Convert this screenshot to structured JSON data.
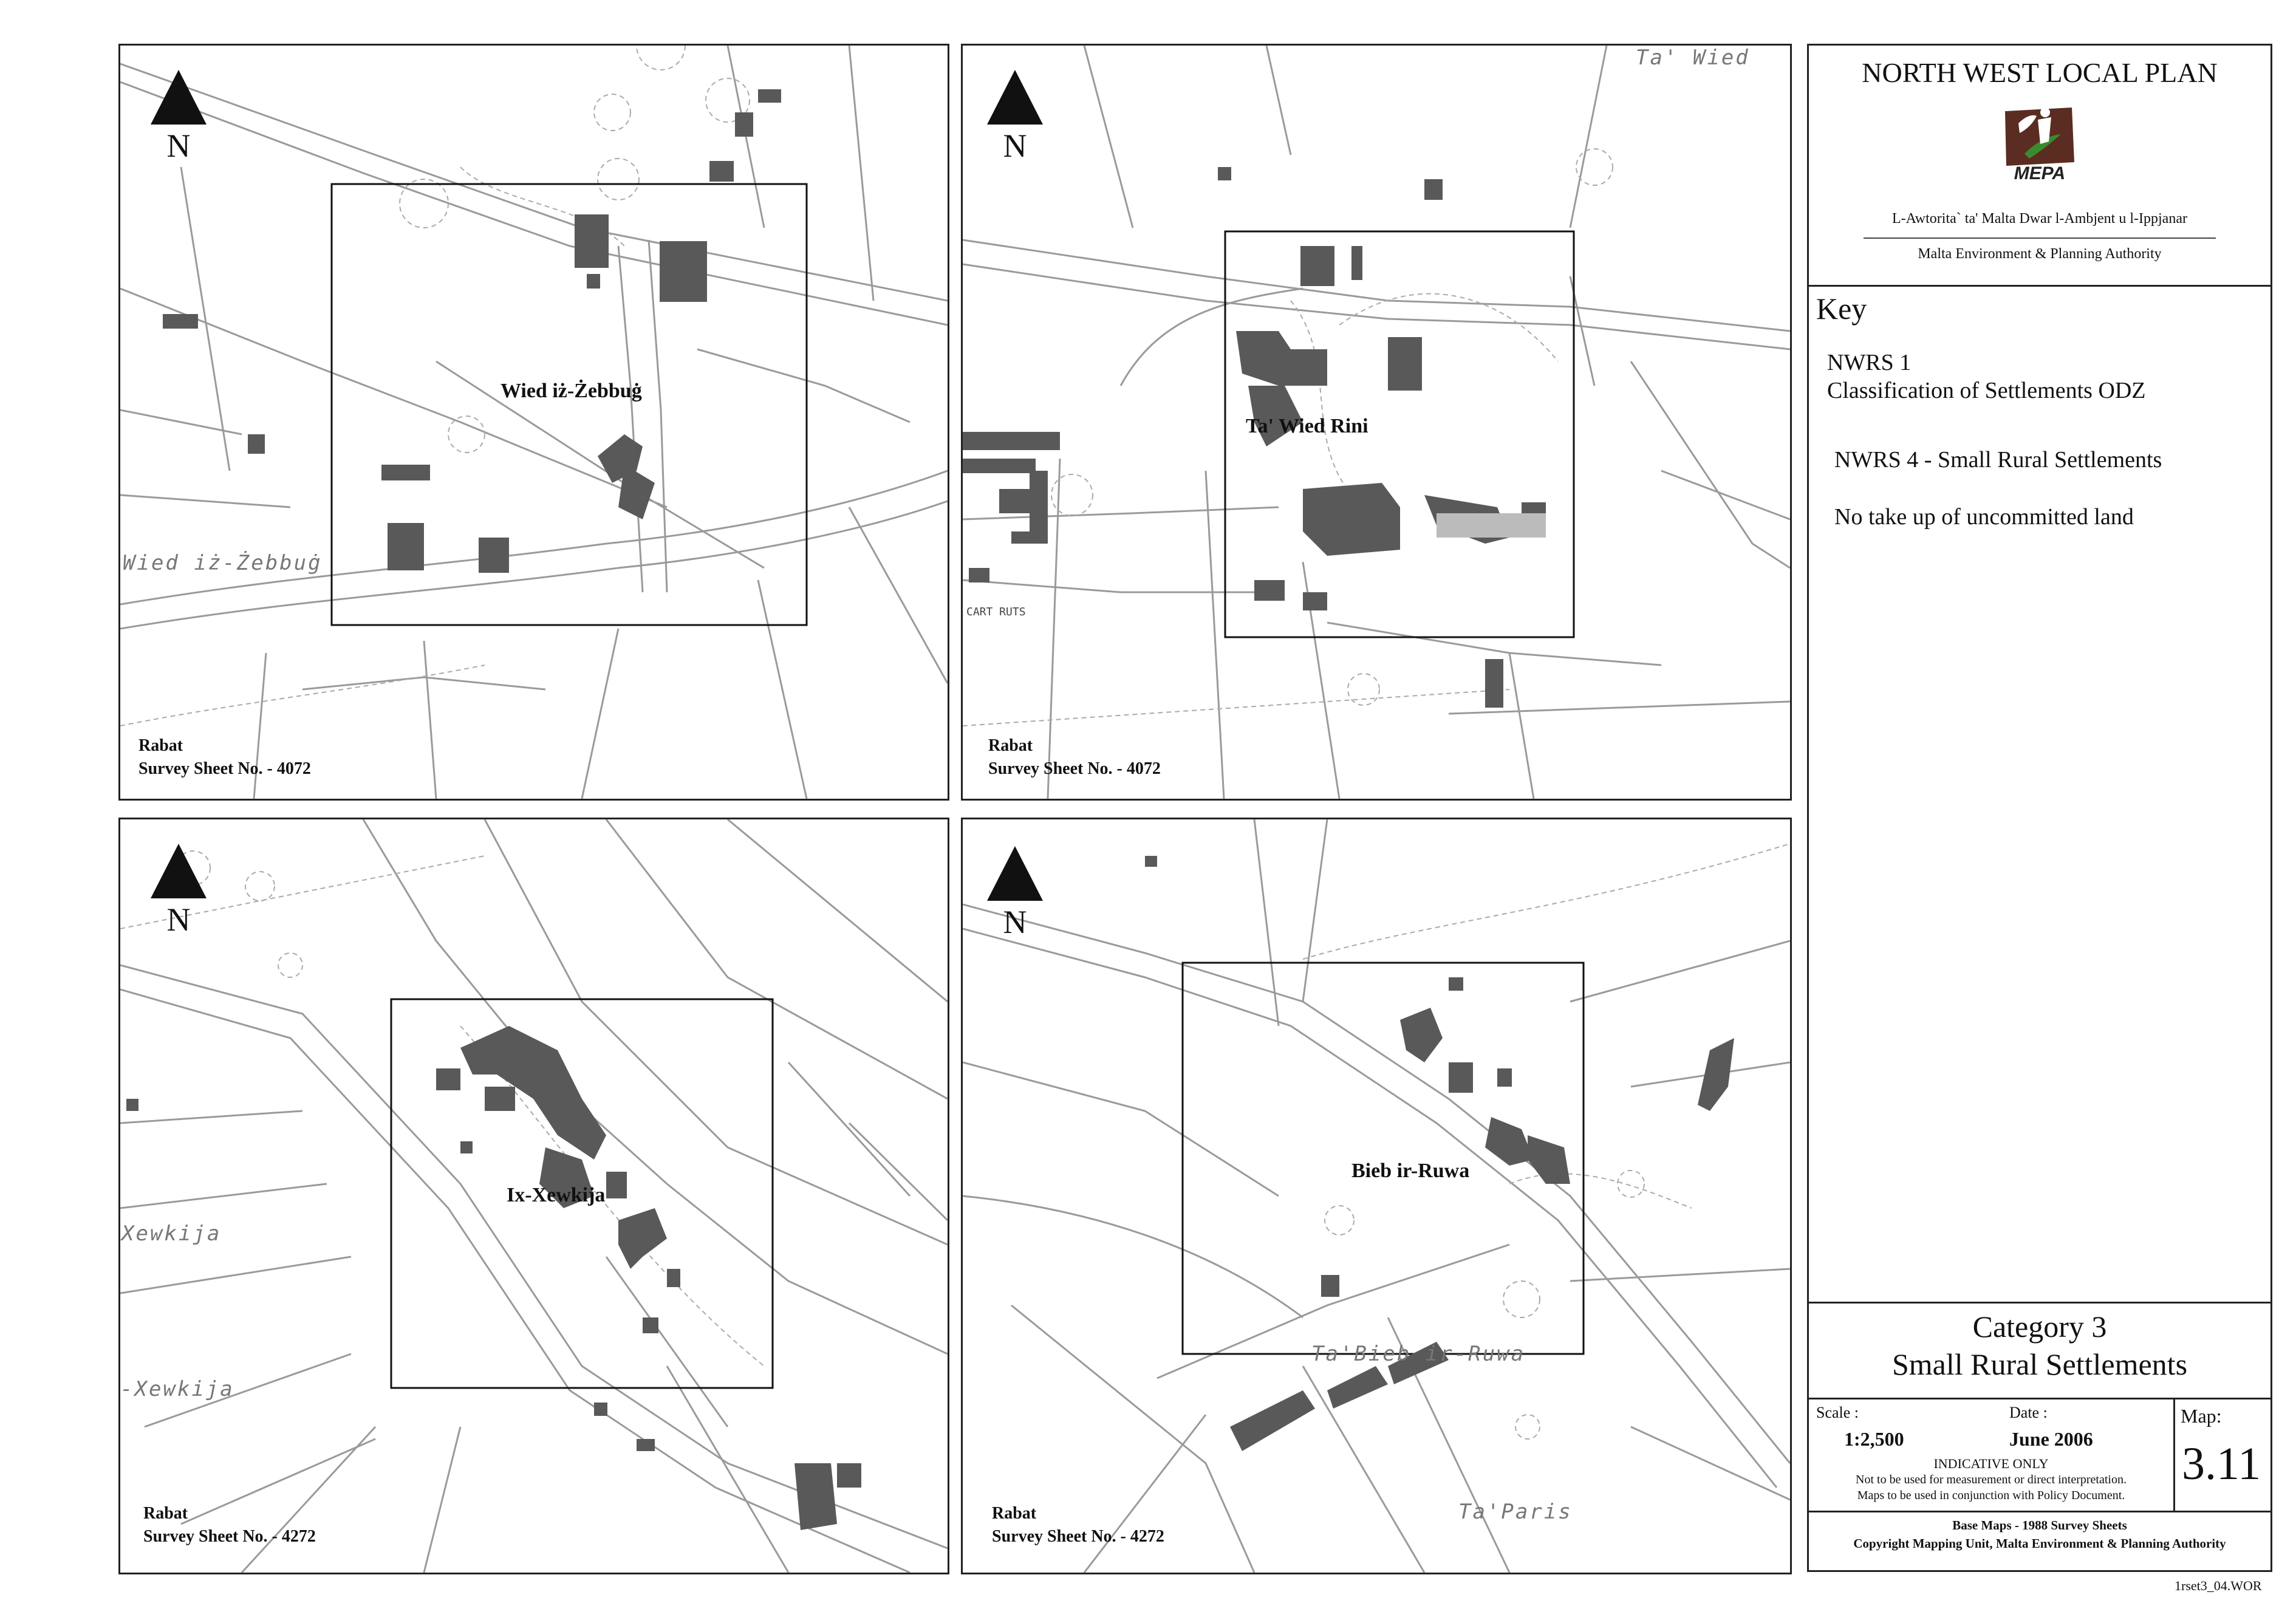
{
  "panel": {
    "title": "NORTH WEST LOCAL PLAN",
    "logo_text": "MEPA",
    "authority_mt": "L-Awtorita` ta' Malta Dwar l-Ambjent u l-Ippjanar",
    "authority_en": "Malta Environment & Planning Authority",
    "key_heading": "Key",
    "key_items": [
      "NWRS 1",
      "Classification of Settlements ODZ",
      "NWRS 4 - Small Rural Settlements",
      "No take up of uncommitted land"
    ],
    "category_line1": "Category 3",
    "category_line2": "Small Rural Settlements",
    "scale_label": "Scale :",
    "scale_value": "1:2,500",
    "date_label": "Date :",
    "date_value": "June 2006",
    "map_label": "Map:",
    "map_number": "3.11",
    "disclaimer_1": "INDICATIVE ONLY",
    "disclaimer_2": "Not to be used for measurement or direct interpretation.",
    "disclaimer_3": "Maps to be used in conjunction with Policy Document.",
    "base_maps": "Base Maps - 1988 Survey Sheets",
    "copyright": "Copyright Mapping Unit, Malta Environment & Planning Authority",
    "file_ref": "1rset3_04.WOR",
    "colors": {
      "building": "#595959",
      "logo_brown": "#5a2c22",
      "logo_green": "#3a8a2e"
    }
  },
  "maps": [
    {
      "north": "N",
      "settlement": "Wied iż-Żebbuġ",
      "place_labels": [
        "Wied iż-Żebbuġ"
      ],
      "sheet_town": "Rabat",
      "sheet_no": "Survey Sheet No. - 4072"
    },
    {
      "north": "N",
      "settlement": "Ta' Wied Rini",
      "place_labels": [
        "Ta' Wied",
        "CART RUTS"
      ],
      "sheet_town": "Rabat",
      "sheet_no": "Survey Sheet No. - 4072"
    },
    {
      "north": "N",
      "settlement": "Ix-Xewkija",
      "place_labels": [
        "Xewkija",
        "-Xewkija"
      ],
      "sheet_town": "Rabat",
      "sheet_no": "Survey Sheet No. - 4272"
    },
    {
      "north": "N",
      "settlement": "Bieb ir-Ruwa",
      "place_labels": [
        "Ta'Bieb ir-Ruwa",
        "Ta'Paris"
      ],
      "sheet_town": "Rabat",
      "sheet_no": "Survey Sheet No. - 4272"
    }
  ]
}
